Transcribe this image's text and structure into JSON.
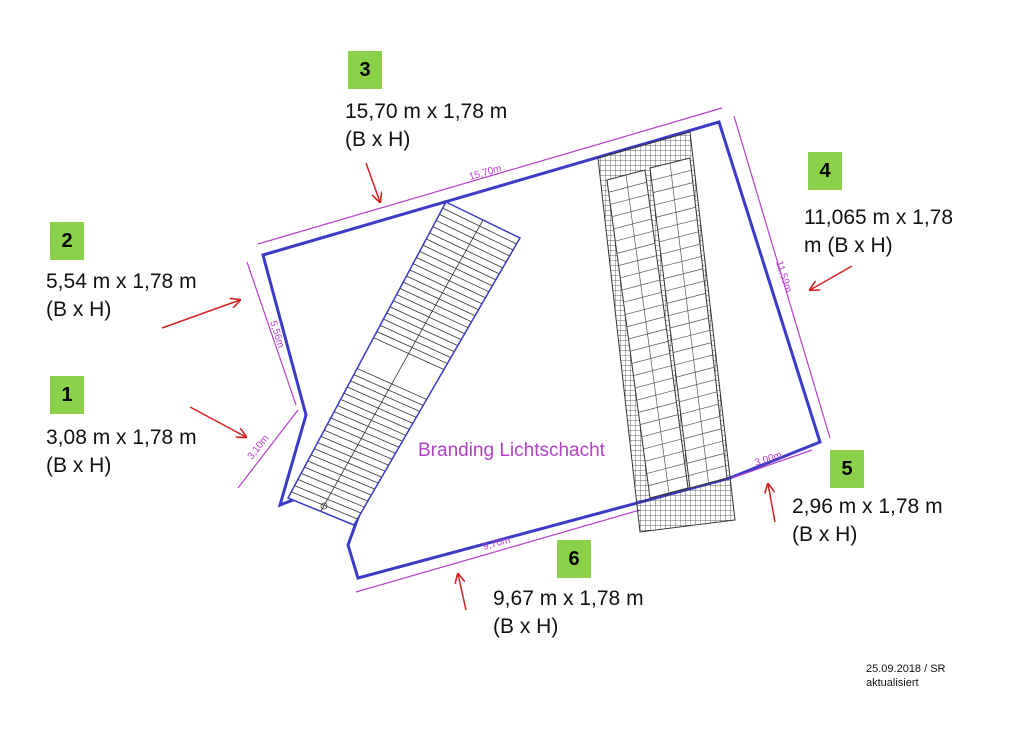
{
  "title": "Branding Lichtschacht",
  "footer": {
    "date": "25.09.2018 / SR",
    "status": "aktualisiert"
  },
  "colors": {
    "outline": "#3b3bc8",
    "dimension": "#b43fc8",
    "arrow": "#d42020",
    "badge": "#8bd14a"
  },
  "sections": [
    {
      "number": "1",
      "line1": "3,08 m x 1,78 m",
      "line2": "(B x H)"
    },
    {
      "number": "2",
      "line1": "5,54 m x 1,78 m",
      "line2": "(B x H)"
    },
    {
      "number": "3",
      "line1": "15,70 m x 1,78 m",
      "line2": "(B x H)"
    },
    {
      "number": "4",
      "line1": "11,065 m x 1,78",
      "line2": "m (B x H)"
    },
    {
      "number": "5",
      "line1": "2,96 m x 1,78 m",
      "line2": "(B x H)"
    },
    {
      "number": "6",
      "line1": "9,67 m x 1,78 m",
      "line2": "(B x H)"
    }
  ],
  "dimensions": {
    "d1": "3,10m",
    "d2": "5,56m",
    "d3": "15,70m",
    "d4": "11,59m",
    "d5": "3,00m",
    "d6": "9,70m"
  }
}
